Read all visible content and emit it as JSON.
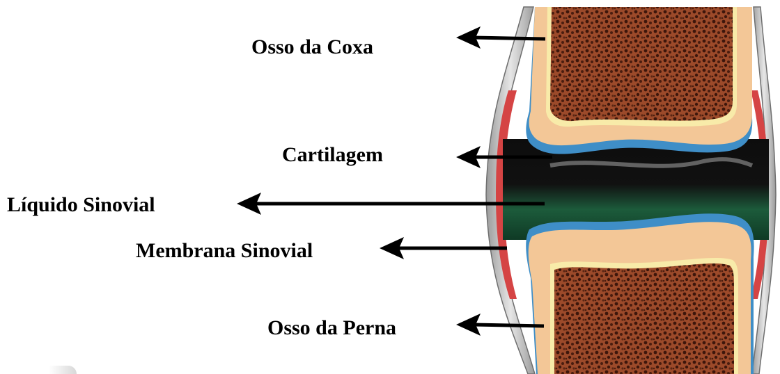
{
  "labels": {
    "thigh_bone": "Osso da Coxa",
    "cartilage": "Cartilagem",
    "synovial_fluid": "Líquido Sinovial",
    "synovial_membrane": "Membrana Sinovial",
    "leg_bone": "Osso da Perna"
  },
  "colors": {
    "marrow": "#9c4a2a",
    "marrow_dots": "#3d160b",
    "bone_cortex": "#f3c797",
    "cortex_rim": "#f8eba9",
    "cartilage": "#3f8ec7",
    "fluid_dark": "#0d0d0d",
    "fluid_green": "#1c5b3b",
    "membrane": "#d54444",
    "capsule": "#b9b9b9",
    "arrow": "#000000"
  }
}
